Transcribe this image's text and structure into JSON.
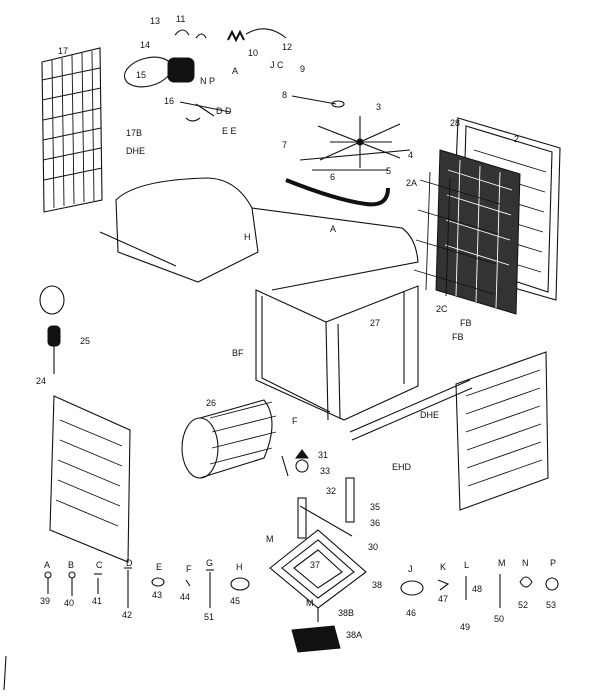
{
  "callouts": [
    {
      "id": "c17",
      "text": "17"
    },
    {
      "id": "c13",
      "text": "13"
    },
    {
      "id": "c11",
      "text": "11"
    },
    {
      "id": "c14",
      "text": "14"
    },
    {
      "id": "c15",
      "text": "15"
    },
    {
      "id": "c10",
      "text": "10"
    },
    {
      "id": "c12",
      "text": "12"
    },
    {
      "id": "cJC",
      "text": "J C"
    },
    {
      "id": "c9",
      "text": "9"
    },
    {
      "id": "cNP",
      "text": "N P"
    },
    {
      "id": "cA1",
      "text": "A"
    },
    {
      "id": "c16",
      "text": "16"
    },
    {
      "id": "cDD",
      "text": "D D"
    },
    {
      "id": "c8",
      "text": "8"
    },
    {
      "id": "c3",
      "text": "3"
    },
    {
      "id": "c17B",
      "text": "17B"
    },
    {
      "id": "cDHE1",
      "text": "DHE"
    },
    {
      "id": "cEE",
      "text": "E E"
    },
    {
      "id": "c7",
      "text": "7"
    },
    {
      "id": "c4",
      "text": "4"
    },
    {
      "id": "c5",
      "text": "5"
    },
    {
      "id": "c6",
      "text": "6"
    },
    {
      "id": "c28",
      "text": "28"
    },
    {
      "id": "c2",
      "text": "2"
    },
    {
      "id": "c2A",
      "text": "2A"
    },
    {
      "id": "cH",
      "text": "H"
    },
    {
      "id": "cA2",
      "text": "A"
    },
    {
      "id": "c2C",
      "text": "2C"
    },
    {
      "id": "cFB1",
      "text": "FB"
    },
    {
      "id": "cFB2",
      "text": "FB"
    },
    {
      "id": "c27",
      "text": "27"
    },
    {
      "id": "cBF",
      "text": "BF"
    },
    {
      "id": "c25",
      "text": "25"
    },
    {
      "id": "c24",
      "text": "24"
    },
    {
      "id": "c26",
      "text": "26"
    },
    {
      "id": "cF",
      "text": "F"
    },
    {
      "id": "cDHE2",
      "text": "DHE"
    },
    {
      "id": "cEHD",
      "text": "EHD"
    },
    {
      "id": "c31",
      "text": "31"
    },
    {
      "id": "c33",
      "text": "33"
    },
    {
      "id": "c32",
      "text": "32"
    },
    {
      "id": "c35",
      "text": "35"
    },
    {
      "id": "c36",
      "text": "36"
    },
    {
      "id": "c30",
      "text": "30"
    },
    {
      "id": "c37",
      "text": "37"
    },
    {
      "id": "c38",
      "text": "38"
    },
    {
      "id": "c38B",
      "text": "38B"
    },
    {
      "id": "c38A",
      "text": "38A"
    },
    {
      "id": "cM1",
      "text": "M"
    },
    {
      "id": "cM2",
      "text": "M"
    }
  ],
  "hardware": [
    {
      "letter": "A",
      "number": "39"
    },
    {
      "letter": "B",
      "number": "40"
    },
    {
      "letter": "C",
      "number": "41"
    },
    {
      "letter": "D",
      "number": "42"
    },
    {
      "letter": "E",
      "number": "43"
    },
    {
      "letter": "F",
      "number": "44"
    },
    {
      "letter": "G",
      "number": "51"
    },
    {
      "letter": "H",
      "number": "45"
    },
    {
      "letter": "J",
      "number": "46"
    },
    {
      "letter": "K",
      "number": "47"
    },
    {
      "letter": "L",
      "number": "48"
    },
    {
      "letter": "",
      "number": "49"
    },
    {
      "letter": "M",
      "number": "50"
    },
    {
      "letter": "N",
      "number": "52"
    },
    {
      "letter": "P",
      "number": "53"
    }
  ]
}
